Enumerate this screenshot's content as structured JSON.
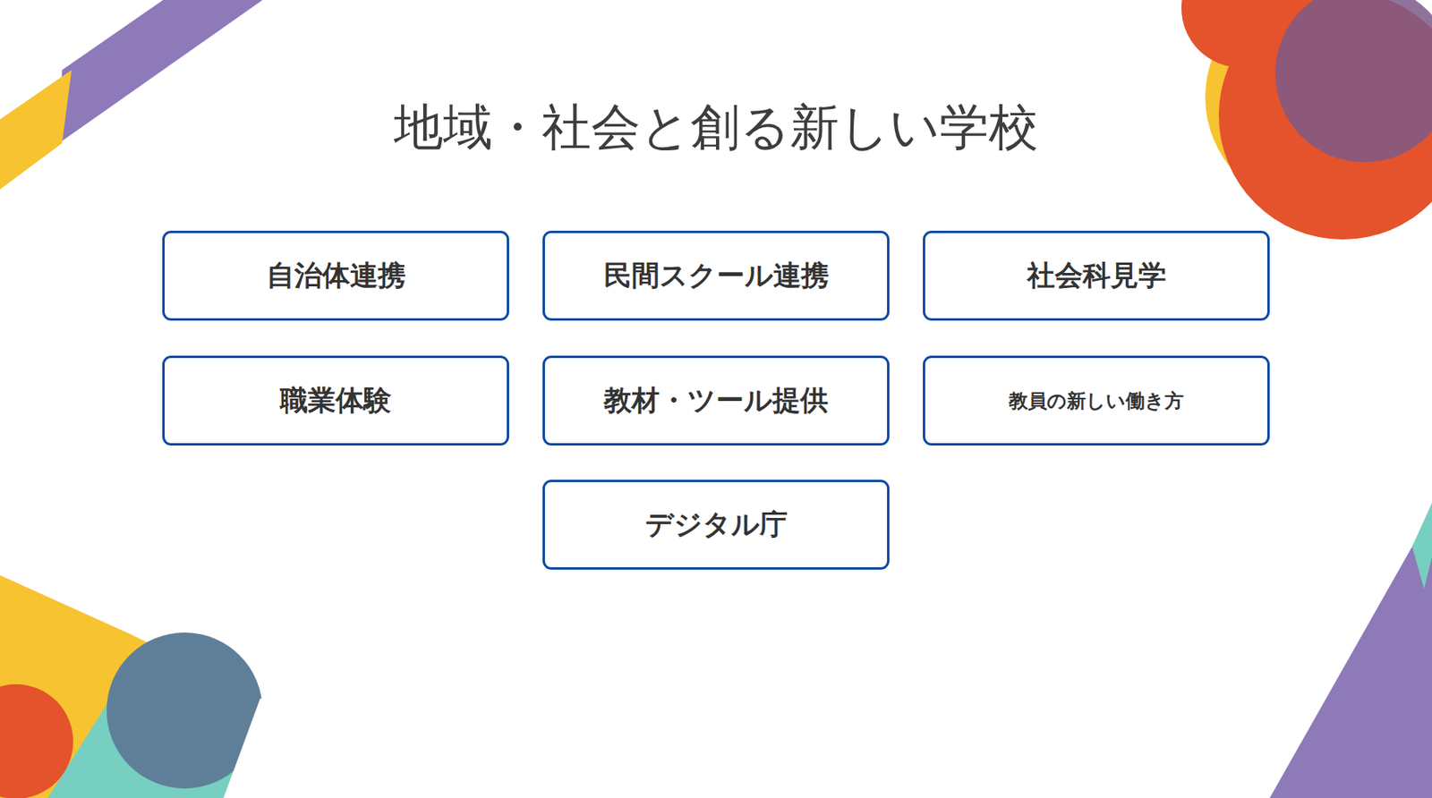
{
  "diagram": {
    "title": "地域・社会と創る新しい学校",
    "nodes": [
      {
        "text": [
          "自治体連携"
        ]
      },
      {
        "text": [
          "民間スクール連携"
        ]
      },
      {
        "text": [
          "社会科見学"
        ]
      },
      {
        "text": [
          "職業体験"
        ]
      },
      {
        "text": [
          "教材・ツール提供"
        ]
      },
      {
        "text": [
          "教員の新しい働き方"
        ]
      },
      {
        "text": [
          "デジタル庁"
        ]
      }
    ]
  }
}
